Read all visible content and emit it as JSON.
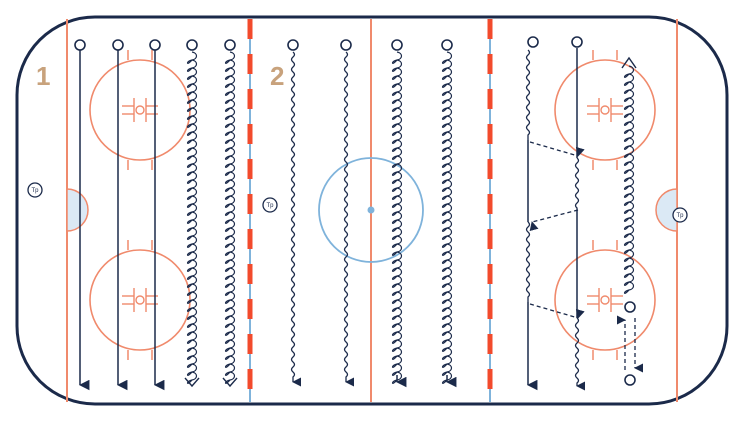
{
  "rink": {
    "colors": {
      "boards": "#1b2a4a",
      "red_lines": "#f08a6c",
      "center_red": "#f24a2c",
      "blue": "#7fb3db",
      "marks": "#1b2a4a"
    }
  },
  "zones": [
    {
      "label": "1"
    },
    {
      "label": "2"
    }
  ],
  "markers": {
    "tp_label": "Tp"
  },
  "legend_icons": [
    "circle-start-icon",
    "arrow-skate-icon",
    "wavy-skate-icon",
    "loop-skate-icon",
    "dashed-pass-icon"
  ]
}
